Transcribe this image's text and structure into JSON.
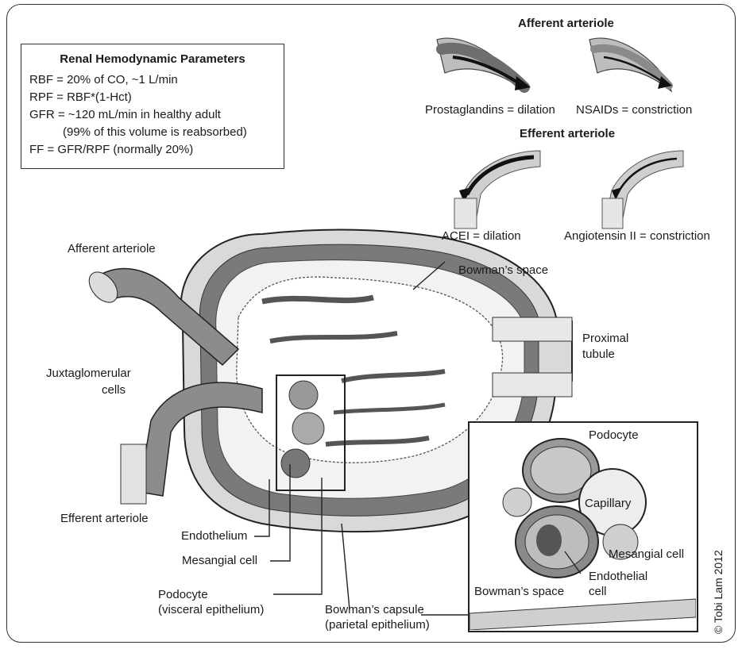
{
  "params_box": {
    "title": "Renal Hemodynamic Parameters",
    "lines": [
      "RBF = 20% of CO, ~1 L/min",
      "RPF = RBF*(1-Hct)",
      "GFR = ~120 mL/min in healthy adult",
      "(99% of this volume is reabsorbed)",
      "FF = GFR/RPF (normally 20%)"
    ]
  },
  "top_right": {
    "afferent_heading": "Afferent arteriole",
    "prostaglandins": "Prostaglandins = dilation",
    "nsaids": "NSAIDs = constriction",
    "efferent_heading": "Efferent arteriole",
    "acei": "ACEI = dilation",
    "angiotensin": "Angiotensin II = constriction"
  },
  "labels": {
    "afferent_arteriole": "Afferent arteriole",
    "juxtaglomerular": "Juxtaglomerular",
    "cells": "cells",
    "efferent_arteriole": "Efferent arteriole",
    "bowmans_space": "Bowman’s space",
    "proximal": "Proximal",
    "tubule": "tubule",
    "endothelium": "Endothelium",
    "mesangial_cell": "Mesangial cell",
    "podocyte": "Podocyte",
    "visceral": "(visceral epithelium)",
    "bowmans_capsule": "Bowman’s capsule",
    "parietal": "(parietal epithelium)"
  },
  "inset": {
    "podocyte": "Podocyte",
    "capillary": "Capillary",
    "mesangial_cell": "Mesangial cell",
    "endothelial": "Endothelial",
    "cell": "cell",
    "bowmans_space": "Bowman’s space"
  },
  "copyright": "© Tobi Lam 2012",
  "colors": {
    "tissue_dark": "#6e6e6e",
    "tissue_mid": "#a9a9a9",
    "tissue_light": "#e3e3e3",
    "line": "#222222"
  }
}
